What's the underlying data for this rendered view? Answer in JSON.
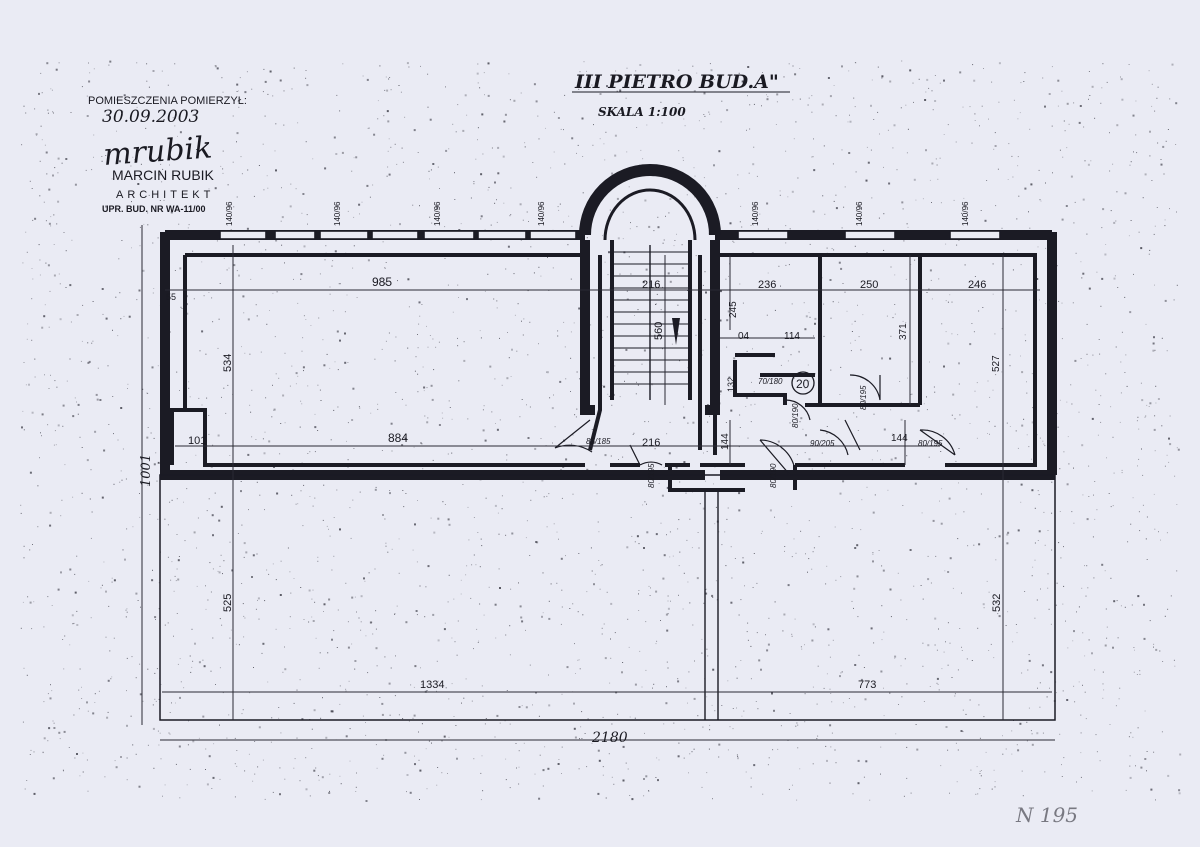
{
  "header": {
    "title": "III PIETRO BUD.A\"",
    "scale": "SKALA 1:100"
  },
  "stamp": {
    "caption": "POMIESZCZENIA POMIERZYŁ:",
    "date": "30.09.2003",
    "signature": "mrubik",
    "name": "MARCIN RUBIK",
    "profession": "ARCHITEKT",
    "license": "UPR. BUD. NR WA-11/00"
  },
  "dimensions": {
    "top_left_room_width": "985",
    "stair_width_top": "216",
    "room_a_width": "236",
    "room_b_width": "250",
    "room_c_width": "246",
    "left_room_height": "534",
    "corridor_length": "884",
    "left_small": "101",
    "left_tiny": "55",
    "stair_height": "560",
    "stair_width_bottom": "216",
    "wc_width_a": "04",
    "wc_width_b": "114",
    "room_a_height": "245",
    "room_b_height": "371",
    "room_c_height": "527",
    "corr_h1": "144",
    "corr_h2": "144",
    "lower_left_height": "525",
    "lower_right_height": "532",
    "lower_left_width": "1334",
    "lower_right_width": "773",
    "total_width": "2180",
    "total_height": "1001"
  },
  "doors": {
    "d1": "85/185",
    "d2": "90/205",
    "d3": "80/195",
    "d4": "70/180",
    "d5": "80/190"
  },
  "windows": {
    "w1": "140/96",
    "w2": "140/96",
    "w3": "140/96",
    "w4": "140/96",
    "w5": "140/96",
    "w6": "140/96",
    "w7": "140/96"
  },
  "room_marker": "20",
  "small_marks": {
    "wc_h": "132",
    "side1": "80/195",
    "side2": "80/190",
    "side3": "80/195"
  },
  "archive_note": "N 195"
}
